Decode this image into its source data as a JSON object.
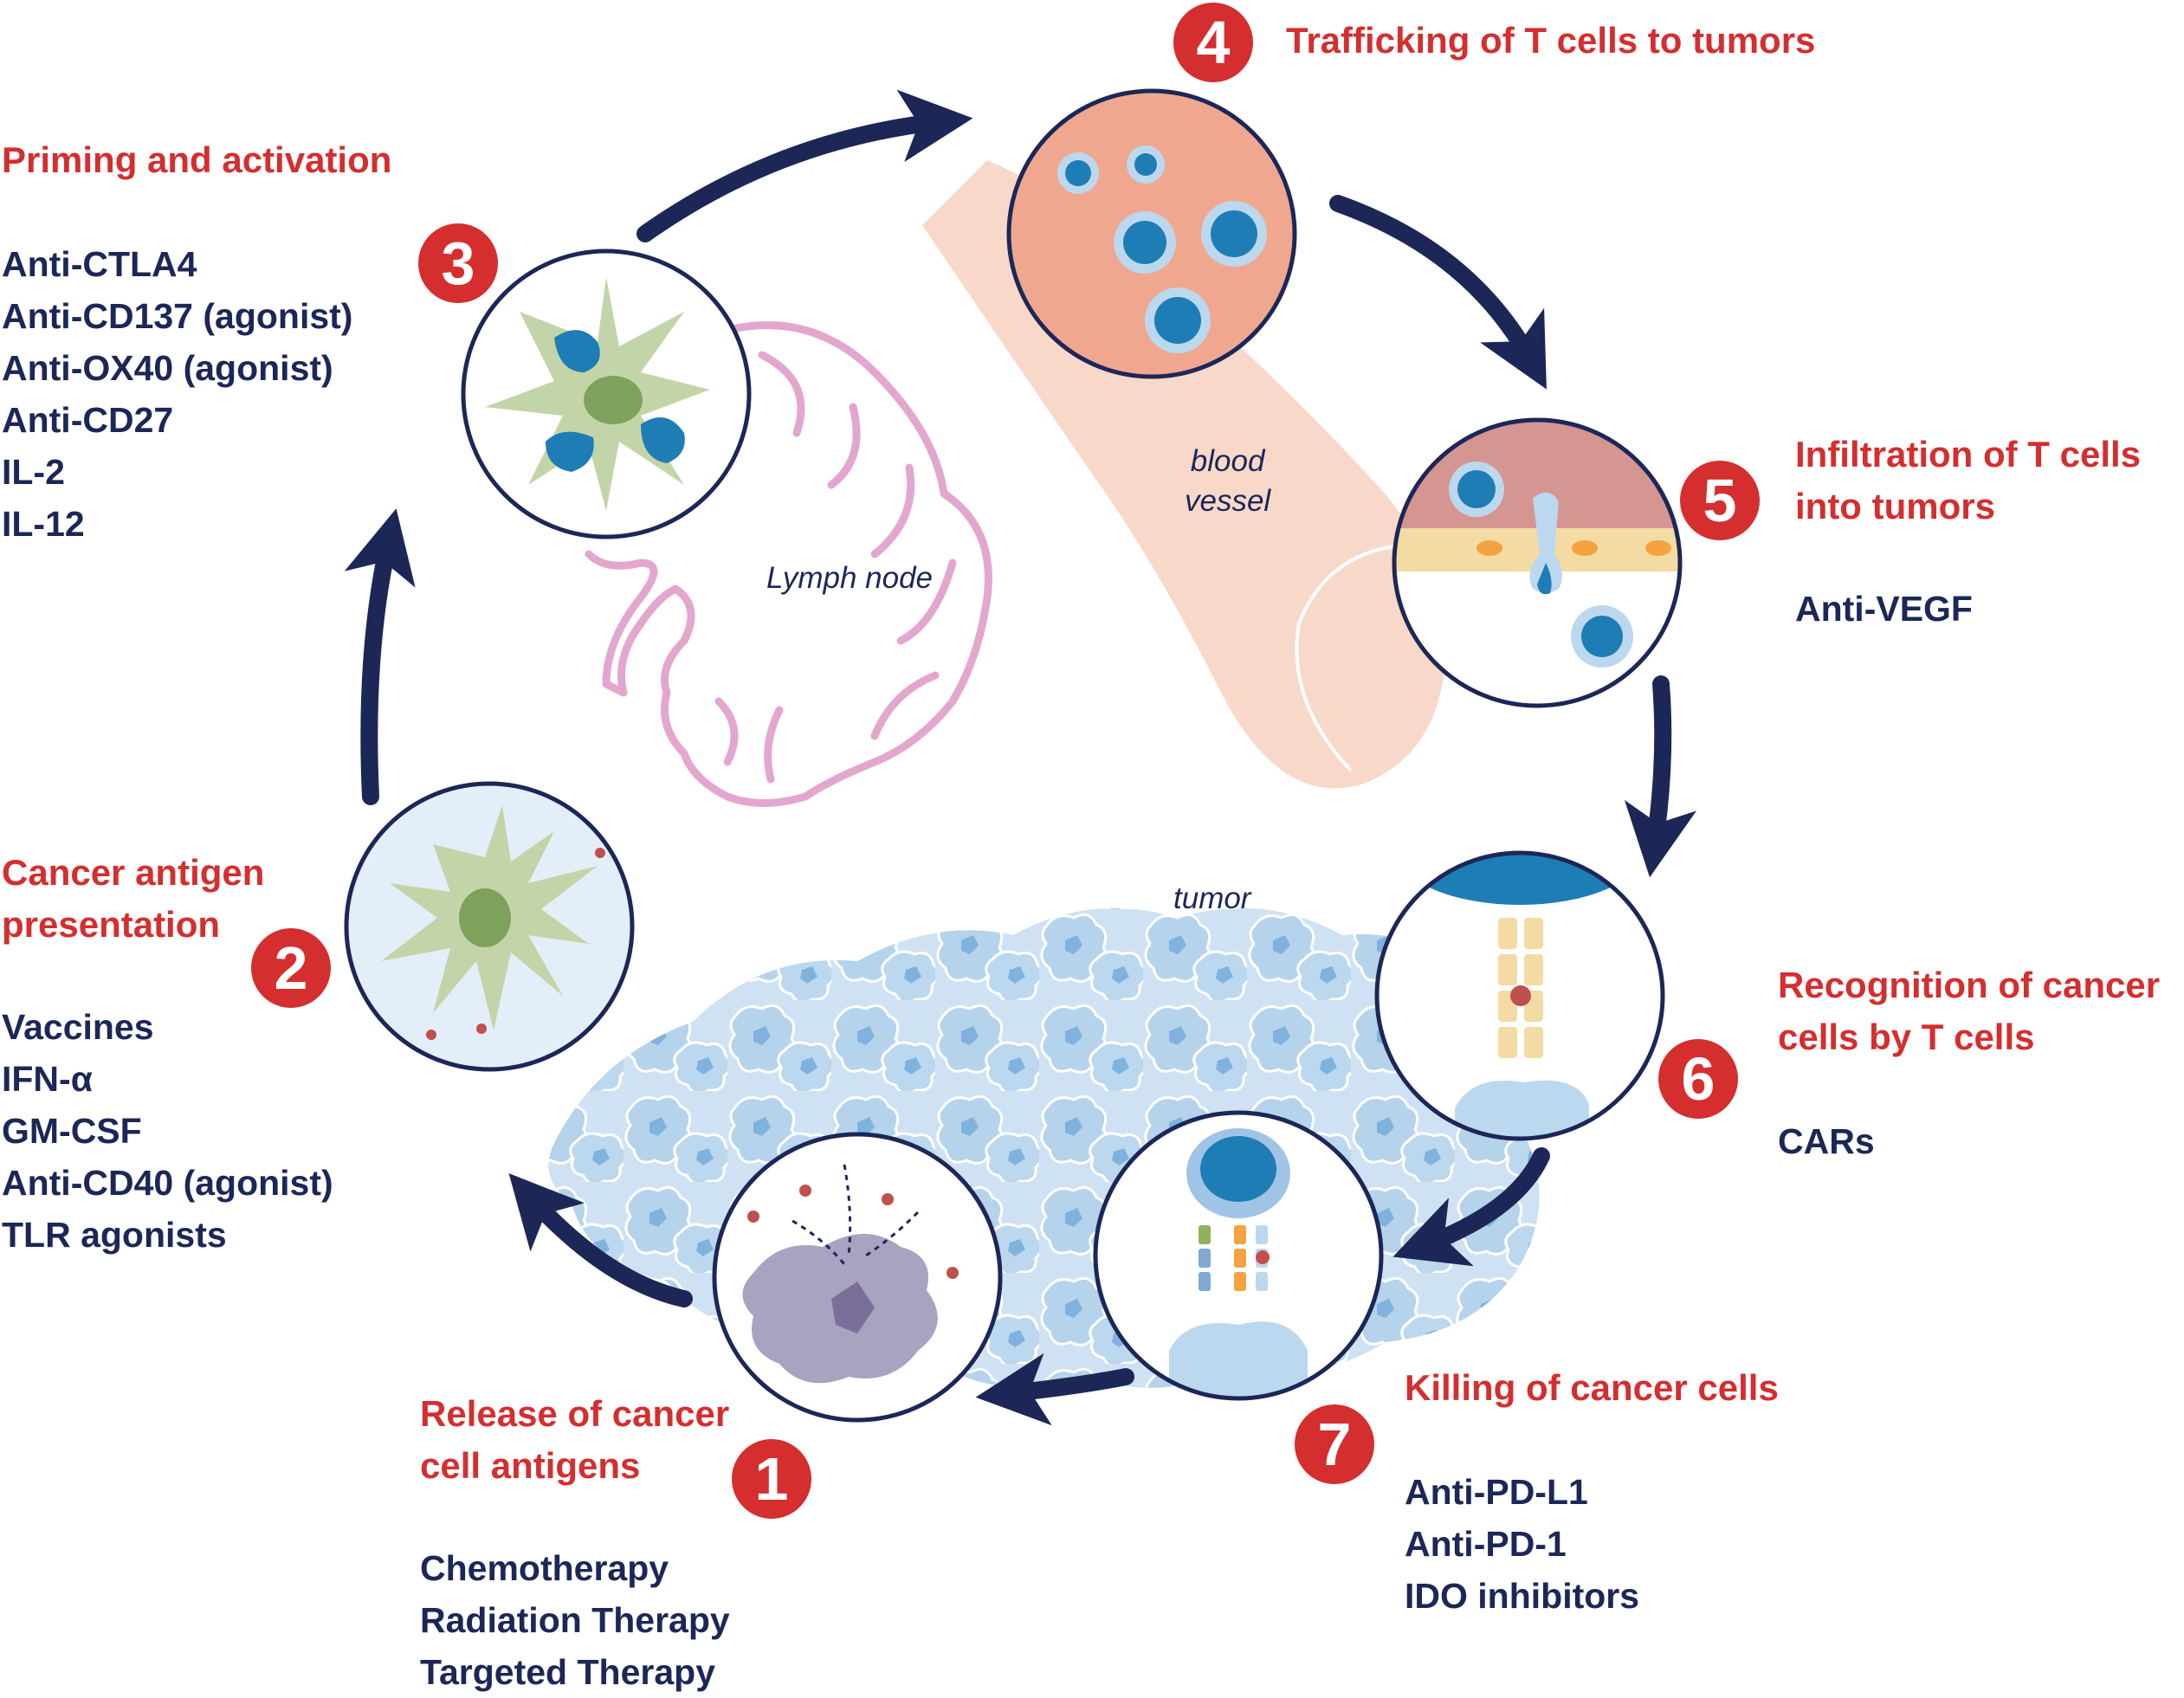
{
  "steps": [
    {
      "number": "1",
      "title_lines": [
        "Release of cancer",
        "cell antigens"
      ],
      "agents": [
        "Chemotherapy",
        "Radiation Therapy",
        "Targeted Therapy"
      ]
    },
    {
      "number": "2",
      "title_lines": [
        "Cancer antigen",
        "presentation"
      ],
      "agents": [
        "Vaccines",
        "IFN-α",
        "GM-CSF",
        "Anti-CD40 (agonist)",
        "TLR agonists"
      ]
    },
    {
      "number": "3",
      "title_lines": [
        "Priming and activation"
      ],
      "agents": [
        "Anti-CTLA4",
        "Anti-CD137 (agonist)",
        "Anti-OX40 (agonist)",
        "Anti-CD27",
        "IL-2",
        "IL-12"
      ]
    },
    {
      "number": "4",
      "title_lines": [
        "Trafficking of T cells to tumors"
      ],
      "agents": []
    },
    {
      "number": "5",
      "title_lines": [
        "Infiltration of T cells",
        "into tumors"
      ],
      "agents": [
        "Anti-VEGF"
      ]
    },
    {
      "number": "6",
      "title_lines": [
        "Recognition of cancer",
        "cells by T cells"
      ],
      "agents": [
        "CARs"
      ]
    },
    {
      "number": "7",
      "title_lines": [
        "Killing of cancer cells"
      ],
      "agents": [
        "Anti-PD-L1",
        "Anti-PD-1",
        "IDO inhibitors"
      ]
    }
  ],
  "region_labels": {
    "lymph_node": "Lymph node",
    "blood_vessel_lines": [
      "blood",
      "vessel"
    ],
    "tumor": "tumor"
  },
  "colors": {
    "title_red": "#d42e2f",
    "text_navy": "#1c2758",
    "arrow_navy": "#1c2758",
    "lymph_pink": "#e3a7cf",
    "vessel_peach": "#f8d9c9",
    "tumor_blue": "#bcd8ee",
    "tcell_blue": "#1e7db5",
    "dendritic_green": "#c3d5a8"
  }
}
